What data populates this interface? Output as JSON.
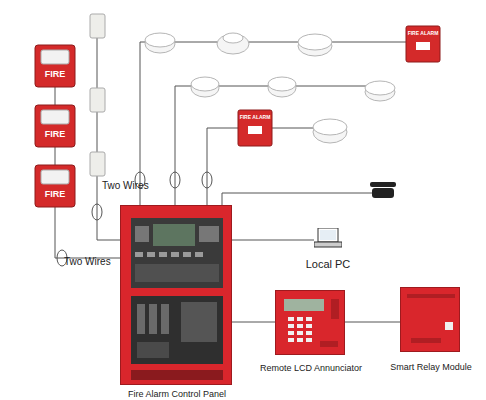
{
  "diagram": {
    "nodes": [
      {
        "text": [
          "Fire Alarm Control Panel"
        ]
      },
      {
        "text": [
          "Local PC"
        ]
      },
      {
        "text": [
          "Remote LCD Annunciator"
        ]
      },
      {
        "text": [
          "Smart Relay Module"
        ]
      }
    ],
    "edges": [
      {
        "from": 0,
        "to": 1,
        "arrow": "none"
      },
      {
        "from": 0,
        "to": 2,
        "arrow": "none"
      },
      {
        "from": 2,
        "to": 3,
        "arrow": "none"
      }
    ],
    "labels": [
      "Two Wires",
      "Two Wires",
      "FIRE",
      "FIRE",
      "FIRE",
      "FIRE ALARM",
      "FIRE ALARM"
    ]
  }
}
